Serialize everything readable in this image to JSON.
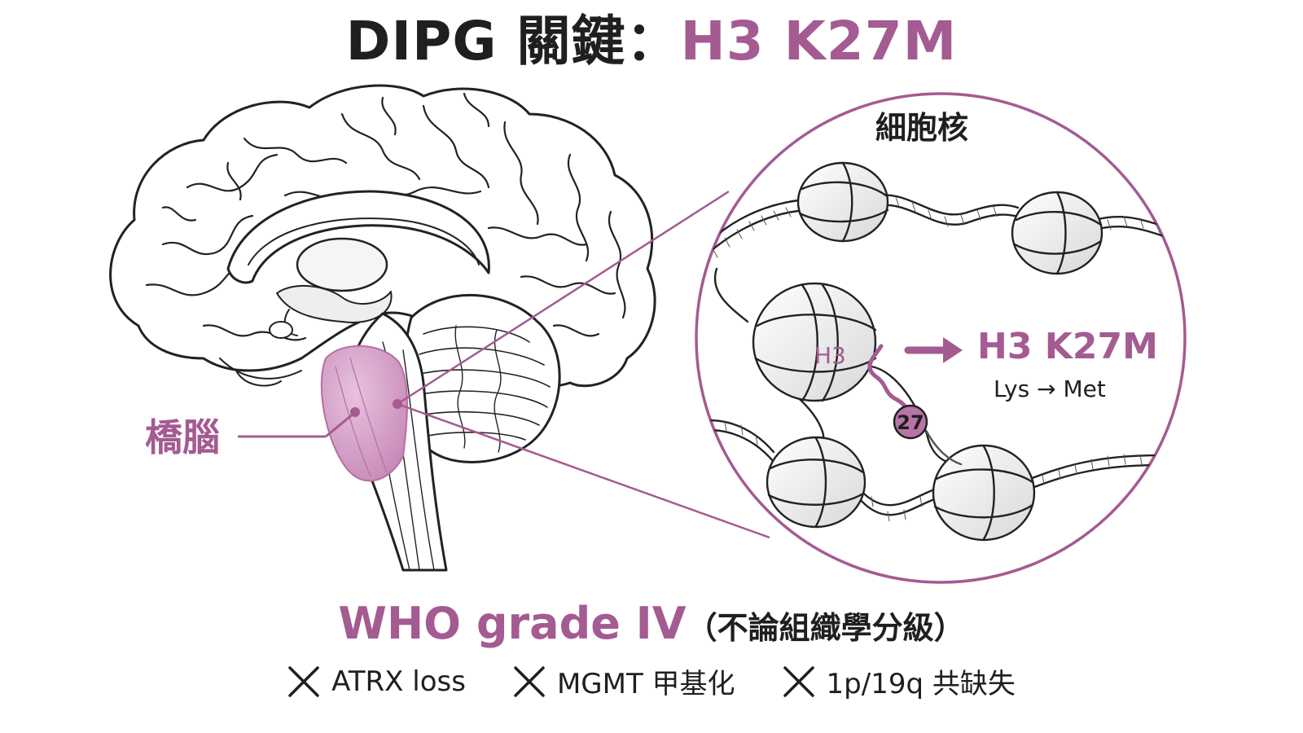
{
  "title": {
    "prefix": "DIPG 關鍵：",
    "highlight": "H3 K27M"
  },
  "brain": {
    "pons_label": "橋腦"
  },
  "nucleus": {
    "label": "細胞核",
    "h3_label": "H3",
    "residue_label": "27",
    "mutation_label": "H3 K27M",
    "substitution_label": "Lys → Met"
  },
  "grade": {
    "main": "WHO grade IV",
    "note": "（不論組織學分級）"
  },
  "exclusions": [
    {
      "label": "ATRX loss",
      "icon": "cross-icon"
    },
    {
      "label": "MGMT 甲基化",
      "icon": "cross-icon"
    },
    {
      "label": "1p/19q 共缺失",
      "icon": "cross-icon"
    }
  ],
  "colors": {
    "accent": "#a45b91",
    "text": "#1f1f1f",
    "pons_fill": "#d9a8cd",
    "line": "#222222"
  }
}
